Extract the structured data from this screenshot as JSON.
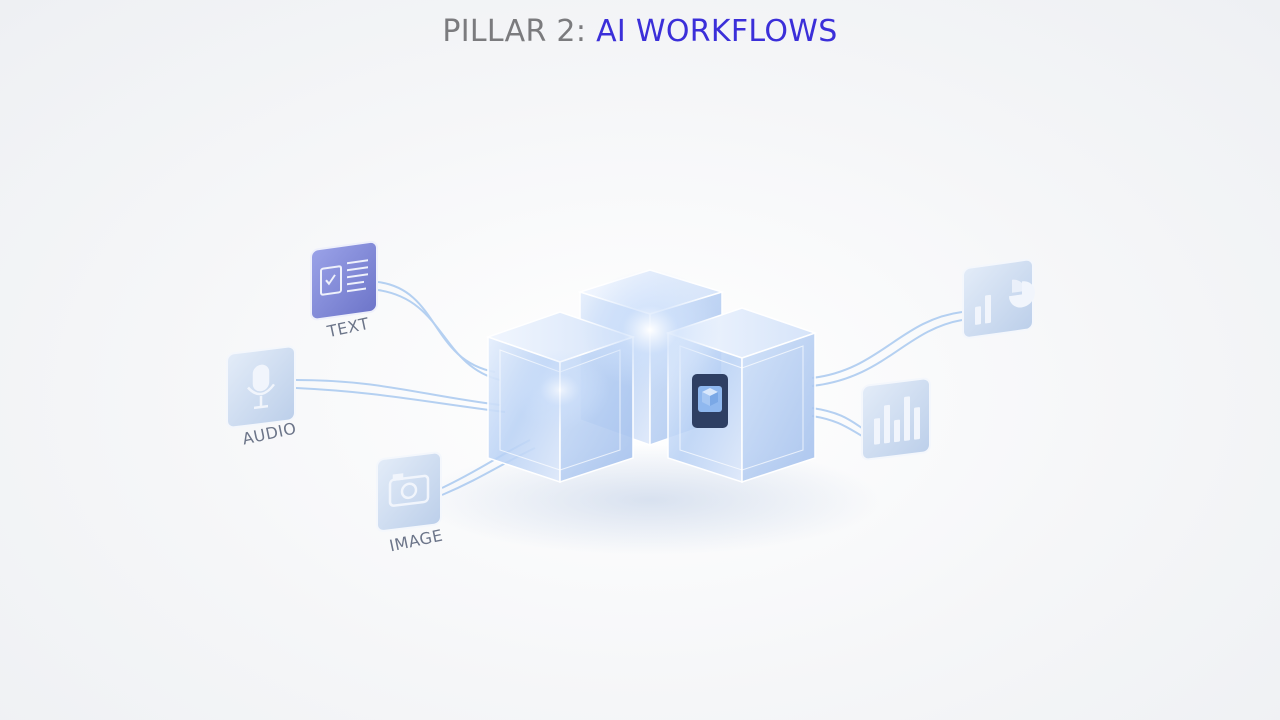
{
  "title": {
    "prefix": "PILLAR 2: ",
    "accent": "AI WORKFLOWS"
  },
  "inputs": [
    {
      "label": "TEXT",
      "icon": "document-icon"
    },
    {
      "label": "AUDIO",
      "icon": "microphone-icon"
    },
    {
      "label": "IMAGE",
      "icon": "camera-icon"
    }
  ],
  "outputs": [
    {
      "icon": "pie-chart-icon"
    },
    {
      "icon": "bar-chart-icon"
    }
  ],
  "colors": {
    "accent": "#3b2fd9",
    "title_gray": "#7b7b7e",
    "glass_blue": "#a9c6f2",
    "text_tile": "#7b84d6",
    "flow_line": "#9cc2ee"
  }
}
